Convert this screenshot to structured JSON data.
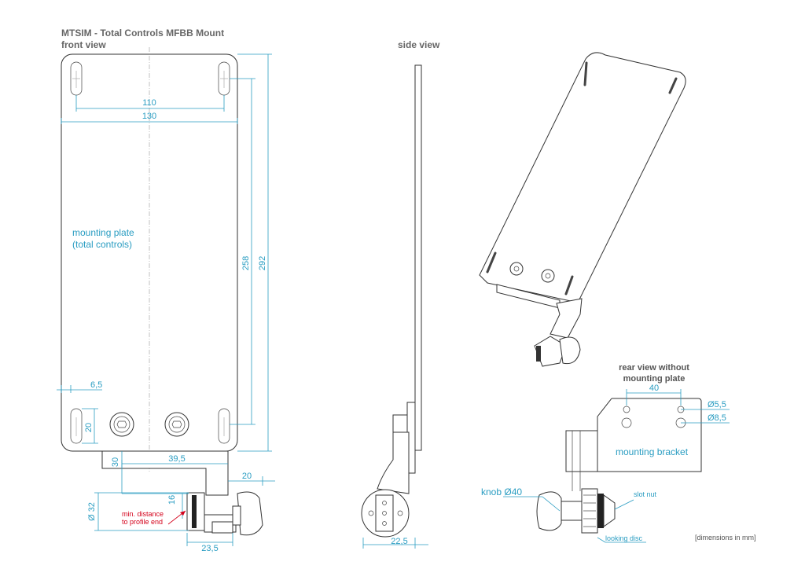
{
  "title": {
    "line1": "MTSIM - Total Controls MFBB Mount",
    "line2": "front view",
    "side_view": "side view",
    "rear_view_line1": "rear view without",
    "rear_view_line2": "mounting plate"
  },
  "labels": {
    "mounting_plate_1": "mounting plate",
    "mounting_plate_2": "(total controls)",
    "min_distance_1": "min. distance",
    "min_distance_2": "to profile end",
    "mounting_bracket": "mounting bracket",
    "knob": "knob Ø40",
    "slot_nut": "slot nut",
    "locking_disc": "looking disc",
    "units_note": "[dimensions in mm]"
  },
  "dimensions": {
    "slot_spacing": "110",
    "plate_width": "130",
    "slot_height": "258",
    "plate_height": "292",
    "edge_offset": "6,5",
    "slot_length": "20",
    "bracket_drop": "30",
    "bracket_offset": "39,5",
    "profile_width": "20",
    "min_distance": "16",
    "disc_diameter": "Ø 32",
    "knob_width": "23,5",
    "side_base": "22,5",
    "rear_spacing": "40",
    "hole_small": "Ø5,5",
    "hole_large": "Ø8,5"
  },
  "colors": {
    "dimension": "#2a9dc2",
    "warning": "#d4001a",
    "outline": "#333333"
  }
}
